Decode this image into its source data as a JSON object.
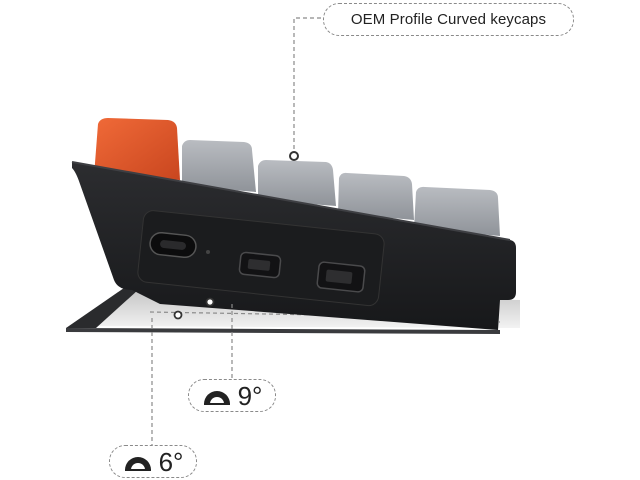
{
  "callouts": {
    "keycaps": {
      "label": "OEM Profile Curved keycaps"
    },
    "angle_9": {
      "label": "9°",
      "icon": "protractor-icon"
    },
    "angle_6": {
      "label": "6°",
      "icon": "protractor-icon"
    }
  },
  "colors": {
    "accent_key": "#e8582b",
    "gray_key": "#a7abb1",
    "case": "#222325",
    "stand": "#2a2b2d",
    "leader_line": "#8a8a8a"
  }
}
